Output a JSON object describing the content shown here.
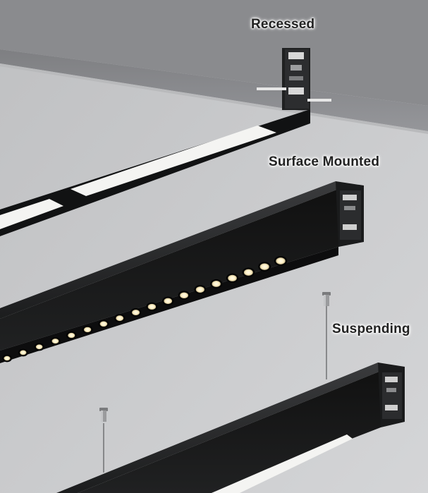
{
  "labels": {
    "recessed": "Recessed",
    "surface_mounted": "Surface Mounted",
    "suspending": "Suspending"
  },
  "colors": {
    "wall_background": "#c9cacc",
    "concrete_band": "#8e8f91",
    "profile_black": "#1f2021",
    "diffuser_white": "#f4f4f2",
    "led_warm": "#fff1c8"
  }
}
